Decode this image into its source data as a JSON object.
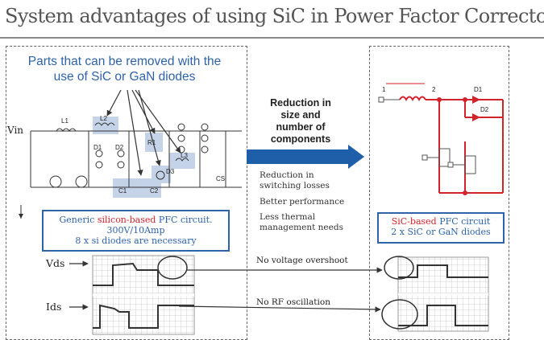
{
  "title": "System advantages of using SiC in Power Factor Correctors",
  "removable_parts_heading": [
    "Parts that can be removed with the",
    "use of SiC or GaN diodes"
  ],
  "middle_heading": [
    "Reduction in",
    "size and",
    "number of",
    "components"
  ],
  "benefits": [
    [
      "Reduction in",
      "switching losses"
    ],
    [
      "Better performance"
    ],
    [
      "Less thermal",
      "management needs"
    ]
  ],
  "left_circuit": {
    "input_label": "Vin",
    "component_labels": [
      "L1",
      "L2",
      "R1",
      "L3",
      "D1",
      "D2",
      "D3",
      "C1",
      "C2",
      "CS"
    ],
    "caption": {
      "prefix": "Generic ",
      "highlight": "silicon-based",
      "suffix": " PFC circuit.",
      "line2": "300V/10Amp",
      "line3": "8 x si diodes are necessary"
    }
  },
  "right_circuit": {
    "node_labels": [
      "1",
      "2",
      "D1",
      "D2"
    ],
    "caption": {
      "highlight": "SiC-based",
      "suffix": " PFC circuit",
      "line2": "2 x SiC or GaN diodes"
    }
  },
  "waveforms": {
    "vds_label": "Vds",
    "ids_label": "Ids",
    "no_overshoot": "No voltage overshoot",
    "no_oscillation": "No RF oscillation"
  },
  "colors": {
    "accent_blue": "#2e63a8",
    "highlight_fill": "#c5d3e8",
    "sic_red": "#d2232a",
    "arrow_blue": "#1f5ea8"
  }
}
